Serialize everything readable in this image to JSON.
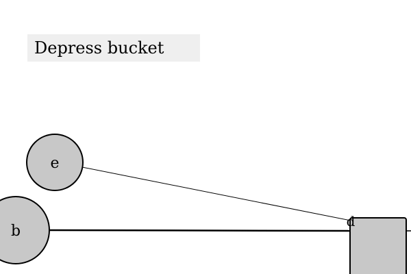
{
  "task": {
    "instruction": "Depress bucket"
  },
  "nodes": {
    "e": {
      "label": "e"
    },
    "b": {
      "label": "b"
    },
    "bucket": {
      "label": "d"
    }
  },
  "colors": {
    "background": "#ffffff",
    "instruction_bg": "#efefef",
    "node_fill": "#c8c8c8",
    "stroke": "#000000"
  }
}
